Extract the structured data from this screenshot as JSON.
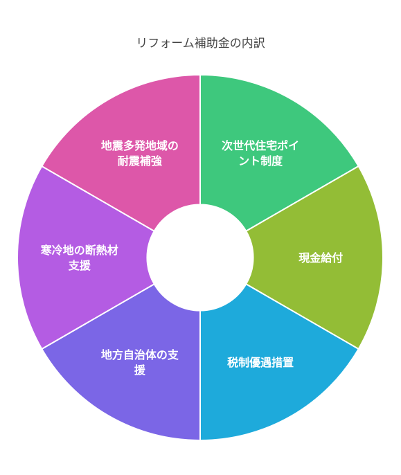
{
  "chart_data": {
    "type": "pie",
    "title": "リフォーム補助金の内訳",
    "categories": [
      "次世代住宅ポイント制度",
      "現金給付",
      "税制優遇措置",
      "地方自治体の支援",
      "寒冷地の断熱材支援",
      "地震多発地域の耐震補強"
    ],
    "values": [
      1,
      1,
      1,
      1,
      1,
      1
    ],
    "label_lines": [
      [
        "次世代住宅ポイ",
        "ント制度"
      ],
      [
        "現金給付"
      ],
      [
        "税制優遇措置"
      ],
      [
        "地方自治体の支",
        "援"
      ],
      [
        "寒冷地の断熱材",
        "支援"
      ],
      [
        "地震多発地域の",
        "耐震補強"
      ]
    ],
    "colors": [
      "#3ec87d",
      "#93bd36",
      "#1eaadb",
      "#7b66e6",
      "#b45ce3",
      "#dd57a9"
    ],
    "hole": 0.29
  }
}
